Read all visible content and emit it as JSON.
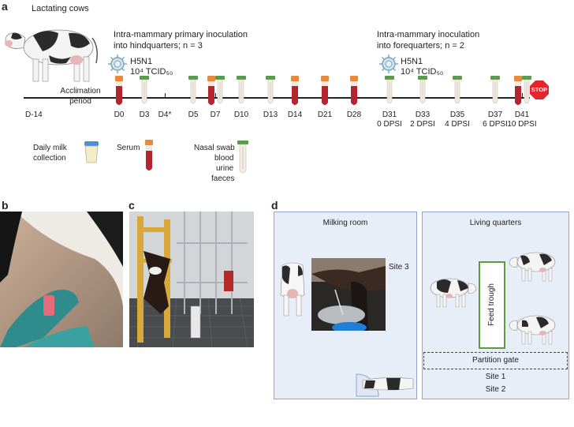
{
  "panels": {
    "a": "a",
    "b": "b",
    "c": "c",
    "d": "d"
  },
  "panel_a": {
    "animal_label": "Lactating cows",
    "primary_inoc": {
      "line1": "Intra-mammary primary inoculation",
      "line2": "into hindquarters; n = 3"
    },
    "secondary_inoc": {
      "line1": "Intra-mammary inoculation",
      "line2": "into forequarters; n = 2"
    },
    "virus": {
      "name": "H5N1",
      "dose": "10⁴ TCID₅₀"
    },
    "acclimation": {
      "line1": "Acclimation",
      "line2": "period"
    },
    "start_label": "D-14",
    "days": [
      {
        "label": "D0",
        "sub": "",
        "serum": true,
        "swab": false
      },
      {
        "label": "D3",
        "sub": "",
        "serum": false,
        "swab": true
      },
      {
        "label": "D4*",
        "sub": "",
        "serum": false,
        "swab": false
      },
      {
        "label": "D5",
        "sub": "",
        "serum": false,
        "swab": true
      },
      {
        "label": "D7",
        "sub": "",
        "serum": true,
        "swab": true
      },
      {
        "label": "D10",
        "sub": "",
        "serum": false,
        "swab": true
      },
      {
        "label": "D13",
        "sub": "",
        "serum": false,
        "swab": true
      },
      {
        "label": "D14",
        "sub": "",
        "serum": true,
        "swab": false
      },
      {
        "label": "D21",
        "sub": "",
        "serum": true,
        "swab": false
      },
      {
        "label": "D28",
        "sub": "",
        "serum": true,
        "swab": false
      },
      {
        "label": "D31",
        "sub": "0 DPSI",
        "serum": false,
        "swab": true
      },
      {
        "label": "D33",
        "sub": "2 DPSI",
        "serum": false,
        "swab": true
      },
      {
        "label": "D35",
        "sub": "4 DPSI",
        "serum": false,
        "swab": true
      },
      {
        "label": "D37",
        "sub": "6 DPSI",
        "serum": false,
        "swab": true
      },
      {
        "label": "D41",
        "sub": "10 DPSI",
        "serum": true,
        "swab": true
      }
    ],
    "stop": "STOP",
    "legend": {
      "milk": {
        "line1": "Daily milk",
        "line2": "collection"
      },
      "serum": "Serum",
      "swab": {
        "line1": "Nasal swab",
        "line2": "blood",
        "line3": "urine",
        "line4": "faeces"
      }
    }
  },
  "panel_d": {
    "milking_room": "Milking room",
    "living_quarters": "Living quarters",
    "site3": "Site 3",
    "feed_trough": "Feed trough",
    "partition_gate": "Partition gate",
    "site1": "Site 1",
    "site2": "Site 2"
  },
  "colors": {
    "tube_red": "#b3262d",
    "cap_orange": "#e88a3a",
    "cap_green": "#5a9a4c",
    "stop": "#e3262d",
    "room_fill": "#e8eef8",
    "room_border": "#8da6cf",
    "trough": "#5f9a3e"
  }
}
